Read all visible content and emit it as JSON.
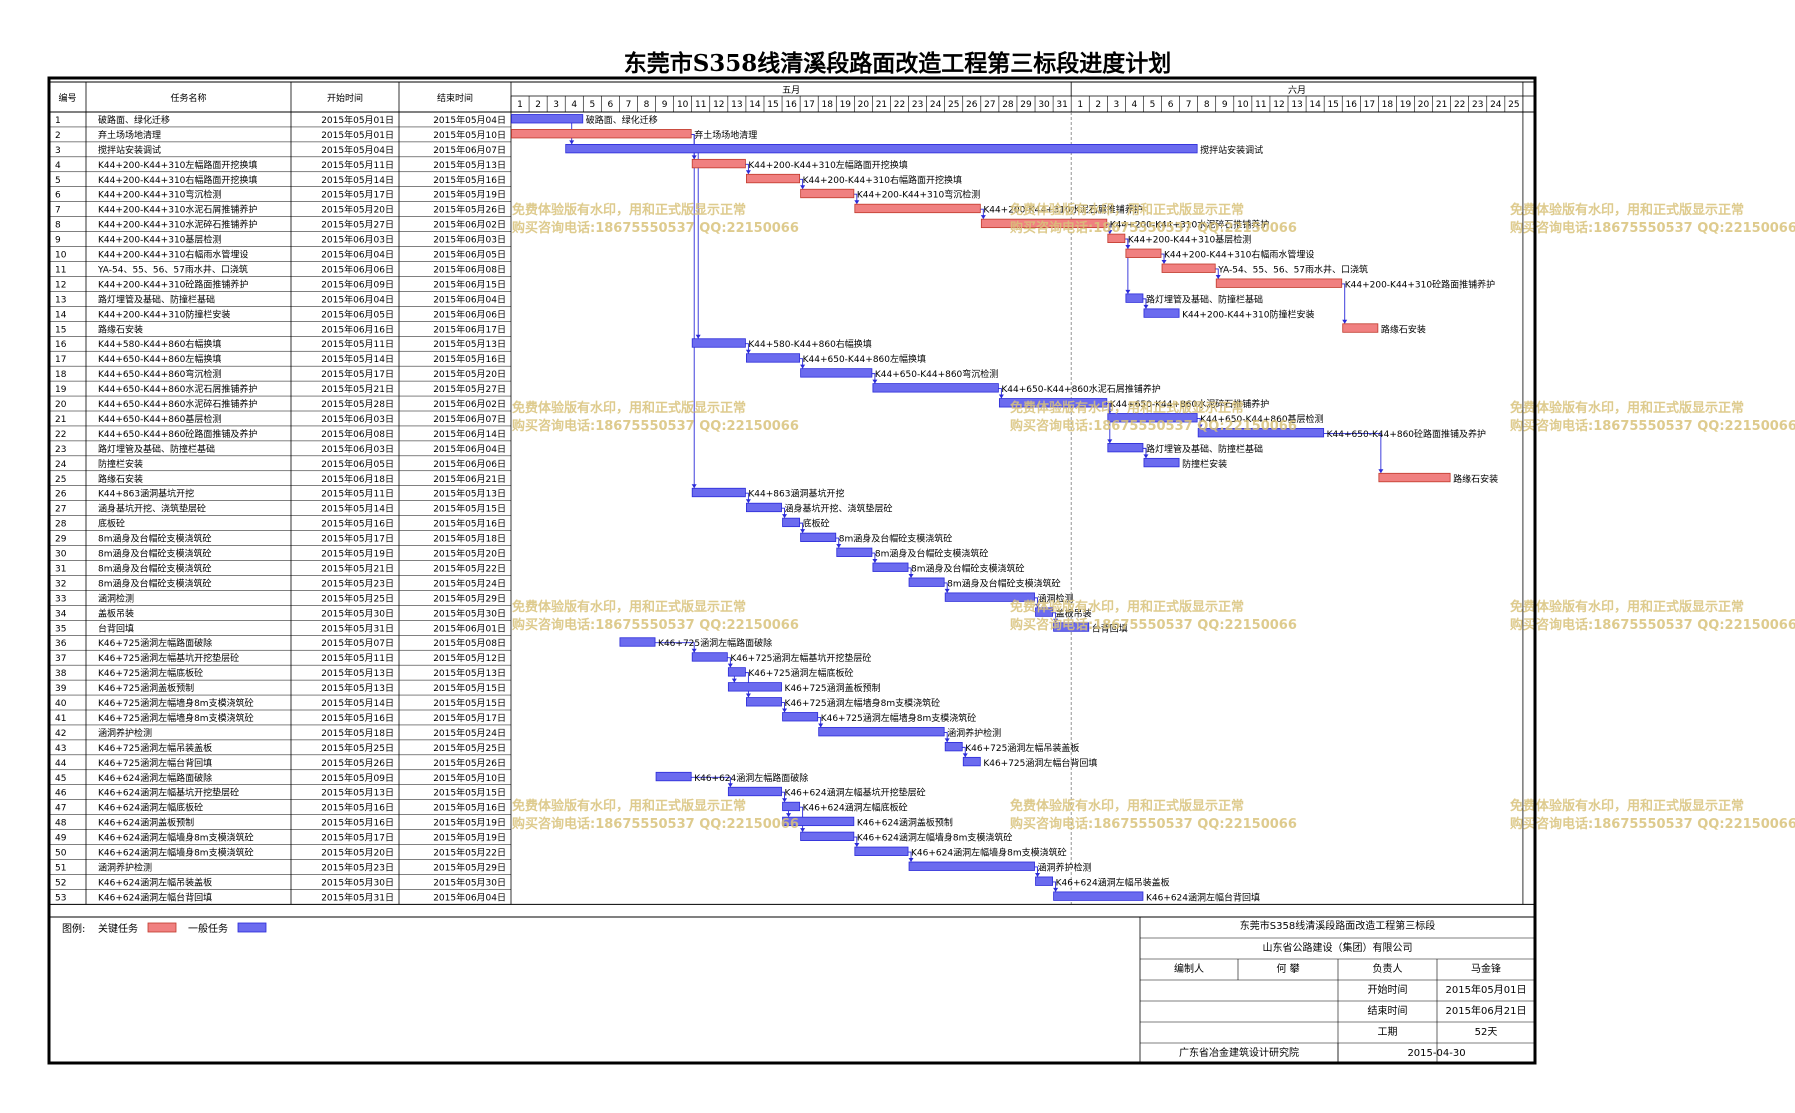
{
  "title": "东莞市S358线清溪段路面改造工程第三标段进度计划",
  "columns": {
    "id": "编号",
    "name": "任务名称",
    "start": "开始时间",
    "end": "结束时间"
  },
  "months": [
    {
      "label": "五月",
      "days": [
        "1",
        "2",
        "3",
        "4",
        "5",
        "6",
        "7",
        "8",
        "9",
        "10",
        "11",
        "12",
        "13",
        "14",
        "15",
        "16",
        "17",
        "18",
        "19",
        "20",
        "21",
        "22",
        "23",
        "24",
        "25",
        "26",
        "27",
        "28",
        "29",
        "30",
        "31"
      ]
    },
    {
      "label": "六月",
      "days": [
        "1",
        "2",
        "3",
        "4",
        "5",
        "6",
        "7",
        "8",
        "9",
        "10",
        "11",
        "12",
        "13",
        "14",
        "15",
        "16",
        "17",
        "18",
        "19",
        "20",
        "21",
        "22",
        "23",
        "24",
        "25"
      ]
    }
  ],
  "tasks": [
    {
      "id": "1",
      "name": "破路面、绿化迁移",
      "start": "2015年05月01日",
      "end": "2015年05月04日",
      "critical": false,
      "label": "破路面、绿化迁移"
    },
    {
      "id": "2",
      "name": "弃土场场地清理",
      "start": "2015年05月01日",
      "end": "2015年05月10日",
      "critical": true,
      "label": "弃土场场地清理"
    },
    {
      "id": "3",
      "name": "搅拌站安装调试",
      "start": "2015年05月04日",
      "end": "2015年06月07日",
      "critical": false,
      "label": "搅拌站安装调试"
    },
    {
      "id": "4",
      "name": "K44+200-K44+310左幅路面开挖换填",
      "start": "2015年05月11日",
      "end": "2015年05月13日",
      "critical": true,
      "label": "K44+200-K44+310左幅路面开挖换填"
    },
    {
      "id": "5",
      "name": "K44+200-K44+310右幅路面开挖换填",
      "start": "2015年05月14日",
      "end": "2015年05月16日",
      "critical": true,
      "label": "K44+200-K44+310右幅路面开挖换填"
    },
    {
      "id": "6",
      "name": "K44+200-K44+310弯沉检测",
      "start": "2015年05月17日",
      "end": "2015年05月19日",
      "critical": true,
      "label": "K44+200-K44+310弯沉检测"
    },
    {
      "id": "7",
      "name": "K44+200-K44+310水泥石屑推铺养护",
      "start": "2015年05月20日",
      "end": "2015年05月26日",
      "critical": true,
      "label": "K44+200-K44+310水泥石屑推铺养护"
    },
    {
      "id": "8",
      "name": "K44+200-K44+310水泥碎石推铺养护",
      "start": "2015年05月27日",
      "end": "2015年06月02日",
      "critical": true,
      "label": "K44+200-K44+310水泥碎石推铺养护"
    },
    {
      "id": "9",
      "name": "K44+200-K44+310基层检测",
      "start": "2015年06月03日",
      "end": "2015年06月03日",
      "critical": true,
      "label": "K44+200-K44+310基层检测"
    },
    {
      "id": "10",
      "name": "K44+200-K44+310右幅雨水管埋设",
      "start": "2015年06月04日",
      "end": "2015年06月05日",
      "critical": true,
      "label": "K44+200-K44+310右幅雨水管埋设"
    },
    {
      "id": "11",
      "name": "YA-54、55、56、57雨水井、口浇筑",
      "start": "2015年06月06日",
      "end": "2015年06月08日",
      "critical": true,
      "label": "YA-54、55、56、57雨水井、口浇筑"
    },
    {
      "id": "12",
      "name": "K44+200-K44+310砼路面推铺养护",
      "start": "2015年06月09日",
      "end": "2015年06月15日",
      "critical": true,
      "label": "K44+200-K44+310砼路面推铺养护"
    },
    {
      "id": "13",
      "name": "路灯埋管及基础、防撞栏基础",
      "start": "2015年06月04日",
      "end": "2015年06月04日",
      "critical": false,
      "label": "路灯埋管及基础、防撞栏基础"
    },
    {
      "id": "14",
      "name": "K44+200-K44+310防撞栏安装",
      "start": "2015年06月05日",
      "end": "2015年06月06日",
      "critical": false,
      "label": "K44+200-K44+310防撞栏安装"
    },
    {
      "id": "15",
      "name": "路缘石安装",
      "start": "2015年06月16日",
      "end": "2015年06月17日",
      "critical": true,
      "label": "路缘石安装"
    },
    {
      "id": "16",
      "name": "K44+580-K44+860右幅换填",
      "start": "2015年05月11日",
      "end": "2015年05月13日",
      "critical": false,
      "label": "K44+580-K44+860右幅换填"
    },
    {
      "id": "17",
      "name": "K44+650-K44+860左幅换填",
      "start": "2015年05月14日",
      "end": "2015年05月16日",
      "critical": false,
      "label": "K44+650-K44+860左幅换填"
    },
    {
      "id": "18",
      "name": "K44+650-K44+860弯沉检测",
      "start": "2015年05月17日",
      "end": "2015年05月20日",
      "critical": false,
      "label": "K44+650-K44+860弯沉检测"
    },
    {
      "id": "19",
      "name": "K44+650-K44+860水泥石屑推铺养护",
      "start": "2015年05月21日",
      "end": "2015年05月27日",
      "critical": false,
      "label": "K44+650-K44+860水泥石屑推铺养护"
    },
    {
      "id": "20",
      "name": "K44+650-K44+860水泥碎石推铺养护",
      "start": "2015年05月28日",
      "end": "2015年06月02日",
      "critical": false,
      "label": "K44+650-K44+860水泥碎石推铺养护"
    },
    {
      "id": "21",
      "name": "K44+650-K44+860基层检测",
      "start": "2015年06月03日",
      "end": "2015年06月07日",
      "critical": false,
      "label": "K44+650-K44+860基层检测"
    },
    {
      "id": "22",
      "name": "K44+650-K44+860砼路面推铺及养护",
      "start": "2015年06月08日",
      "end": "2015年06月14日",
      "critical": false,
      "label": "K44+650-K44+860砼路面推铺及养护"
    },
    {
      "id": "23",
      "name": "路灯埋管及基础、防撞栏基础",
      "start": "2015年06月03日",
      "end": "2015年06月04日",
      "critical": false,
      "label": "路灯埋管及基础、防撞栏基础"
    },
    {
      "id": "24",
      "name": "防撞栏安装",
      "start": "2015年06月05日",
      "end": "2015年06月06日",
      "critical": false,
      "label": "防撞栏安装"
    },
    {
      "id": "25",
      "name": "路缘石安装",
      "start": "2015年06月18日",
      "end": "2015年06月21日",
      "critical": true,
      "label": "路缘石安装"
    },
    {
      "id": "26",
      "name": "K44+863涵洞基坑开挖",
      "start": "2015年05月11日",
      "end": "2015年05月13日",
      "critical": false,
      "label": "K44+863涵洞基坑开挖"
    },
    {
      "id": "27",
      "name": "涵身基坑开挖、浇筑垫层砼",
      "start": "2015年05月14日",
      "end": "2015年05月15日",
      "critical": false,
      "label": "涵身基坑开挖、浇筑垫层砼"
    },
    {
      "id": "28",
      "name": "底板砼",
      "start": "2015年05月16日",
      "end": "2015年05月16日",
      "critical": false,
      "label": "底板砼"
    },
    {
      "id": "29",
      "name": "8m涵身及台帽砼支模浇筑砼",
      "start": "2015年05月17日",
      "end": "2015年05月18日",
      "critical": false,
      "label": "8m涵身及台帽砼支模浇筑砼"
    },
    {
      "id": "30",
      "name": "8m涵身及台帽砼支模浇筑砼",
      "start": "2015年05月19日",
      "end": "2015年05月20日",
      "critical": false,
      "label": "8m涵身及台帽砼支模浇筑砼"
    },
    {
      "id": "31",
      "name": "8m涵身及台帽砼支模浇筑砼",
      "start": "2015年05月21日",
      "end": "2015年05月22日",
      "critical": false,
      "label": "8m涵身及台帽砼支模浇筑砼"
    },
    {
      "id": "32",
      "name": "8m涵身及台帽砼支模浇筑砼",
      "start": "2015年05月23日",
      "end": "2015年05月24日",
      "critical": false,
      "label": "8m涵身及台帽砼支模浇筑砼"
    },
    {
      "id": "33",
      "name": "涵洞检测",
      "start": "2015年05月25日",
      "end": "2015年05月29日",
      "critical": false,
      "label": "涵洞检测"
    },
    {
      "id": "34",
      "name": "盖板吊装",
      "start": "2015年05月30日",
      "end": "2015年05月30日",
      "critical": false,
      "label": "盖板吊装"
    },
    {
      "id": "35",
      "name": "台背回填",
      "start": "2015年05月31日",
      "end": "2015年06月01日",
      "critical": false,
      "label": "台背回填"
    },
    {
      "id": "36",
      "name": "K46+725涵洞左幅路面破除",
      "start": "2015年05月07日",
      "end": "2015年05月08日",
      "critical": false,
      "label": "K46+725涵洞左幅路面破除"
    },
    {
      "id": "37",
      "name": "K46+725涵洞左幅基坑开挖垫层砼",
      "start": "2015年05月11日",
      "end": "2015年05月12日",
      "critical": false,
      "label": "K46+725涵洞左幅基坑开挖垫层砼"
    },
    {
      "id": "38",
      "name": "K46+725涵洞左幅底板砼",
      "start": "2015年05月13日",
      "end": "2015年05月13日",
      "critical": false,
      "label": "K46+725涵洞左幅底板砼"
    },
    {
      "id": "39",
      "name": "K46+725涵洞盖板预制",
      "start": "2015年05月13日",
      "end": "2015年05月15日",
      "critical": false,
      "label": "K46+725涵洞盖板预制"
    },
    {
      "id": "40",
      "name": "K46+725涵洞左幅墙身8m支模浇筑砼",
      "start": "2015年05月14日",
      "end": "2015年05月15日",
      "critical": false,
      "label": "K46+725涵洞左幅墙身8m支模浇筑砼"
    },
    {
      "id": "41",
      "name": "K46+725涵洞左幅墙身8m支模浇筑砼",
      "start": "2015年05月16日",
      "end": "2015年05月17日",
      "critical": false,
      "label": "K46+725涵洞左幅墙身8m支模浇筑砼"
    },
    {
      "id": "42",
      "name": "涵洞养护检测",
      "start": "2015年05月18日",
      "end": "2015年05月24日",
      "critical": false,
      "label": "涵洞养护检测"
    },
    {
      "id": "43",
      "name": "K46+725涵洞左幅吊装盖板",
      "start": "2015年05月25日",
      "end": "2015年05月25日",
      "critical": false,
      "label": "K46+725涵洞左幅吊装盖板"
    },
    {
      "id": "44",
      "name": "K46+725涵洞左幅台背回填",
      "start": "2015年05月26日",
      "end": "2015年05月26日",
      "critical": false,
      "label": "K46+725涵洞左幅台背回填"
    },
    {
      "id": "45",
      "name": "K46+624涵洞左幅路面破除",
      "start": "2015年05月09日",
      "end": "2015年05月10日",
      "critical": false,
      "label": "K46+624涵洞左幅路面破除"
    },
    {
      "id": "46",
      "name": "K46+624涵洞左幅基坑开挖垫层砼",
      "start": "2015年05月13日",
      "end": "2015年05月15日",
      "critical": false,
      "label": "K46+624涵洞左幅基坑开挖垫层砼"
    },
    {
      "id": "47",
      "name": "K46+624涵洞左幅底板砼",
      "start": "2015年05月16日",
      "end": "2015年05月16日",
      "critical": false,
      "label": "K46+624涵洞左幅底板砼"
    },
    {
      "id": "48",
      "name": "K46+624涵洞盖板预制",
      "start": "2015年05月16日",
      "end": "2015年05月19日",
      "critical": false,
      "label": "K46+624涵洞盖板预制"
    },
    {
      "id": "49",
      "name": "K46+624涵洞左幅墙身8m支模浇筑砼",
      "start": "2015年05月17日",
      "end": "2015年05月19日",
      "critical": false,
      "label": "K46+624涵洞左幅墙身8m支模浇筑砼"
    },
    {
      "id": "50",
      "name": "K46+624涵洞左幅墙身8m支模浇筑砼",
      "start": "2015年05月20日",
      "end": "2015年05月22日",
      "critical": false,
      "label": "K46+624涵洞左幅墙身8m支模浇筑砼"
    },
    {
      "id": "51",
      "name": "涵洞养护检测",
      "start": "2015年05月23日",
      "end": "2015年05月29日",
      "critical": false,
      "label": "涵洞养护检测"
    },
    {
      "id": "52",
      "name": "K46+624涵洞左幅吊装盖板",
      "start": "2015年05月30日",
      "end": "2015年05月30日",
      "critical": false,
      "label": "K46+624涵洞左幅吊装盖板"
    },
    {
      "id": "53",
      "name": "K46+624涵洞左幅台背回填",
      "start": "2015年05月31日",
      "end": "2015年06月04日",
      "critical": false,
      "label": "K46+624涵洞左幅台背回填"
    }
  ],
  "legend": {
    "label": "图例:",
    "critical": "关键任务",
    "normal": "一般任务"
  },
  "info": {
    "project": "东莞市S358线清溪段路面改造工程第三标段",
    "company": "山东省公路建设（集团）有限公司",
    "compiler_label": "编制人",
    "compiler": "何 攀",
    "manager_label": "负责人",
    "manager": "马金锋",
    "start_label": "开始时间",
    "start": "2015年05月01日",
    "end_label": "结束时间",
    "end": "2015年06月21日",
    "duration_label": "工期",
    "duration": "52天",
    "institute": "广东省冶金建筑设计研究院",
    "date": "2015-04-30"
  },
  "watermark": [
    "免费体验版有水印，用和正式版显示正常",
    "购买咨询电话:18675550537 QQ:22150066"
  ],
  "colors": {
    "critical": "#f08080",
    "normal": "#6b6bef",
    "link": "#2a2ad8",
    "watermark": "#d8c27a"
  }
}
